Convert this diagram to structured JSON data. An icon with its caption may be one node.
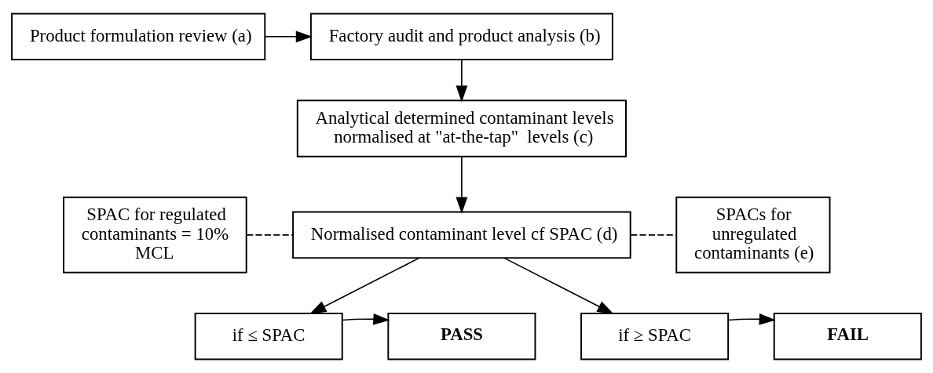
{
  "diagram": {
    "nodes": [
      {
        "text": [
          "Product formulation review (a)"
        ]
      },
      {
        "text": [
          "Factory audit and product analysis (b)"
        ]
      },
      {
        "text": [
          "Analytical determined contaminant levels normalised at \"at-the-tap\"  levels (c)"
        ]
      },
      {
        "text": [
          "SPAC for regulated contaminants = 10% MCL"
        ]
      },
      {
        "text": [
          "Normalised contaminant level cf SPAC (d)"
        ]
      },
      {
        "text": [
          "SPACs for unregulated contaminants (e)"
        ]
      },
      {
        "text": [
          "PASS"
        ]
      },
      {
        "text": [
          "if ≤ SPAC"
        ]
      },
      {
        "text": [
          "if ≥ SPAC"
        ]
      },
      {
        "text": [
          "FAIL"
        ]
      }
    ],
    "edges": [
      {
        "from": 0,
        "to": 1,
        "arrow": "to"
      },
      {
        "from": 1,
        "to": 2,
        "arrow": "to"
      },
      {
        "from": 2,
        "to": 4,
        "arrow": "to"
      },
      {
        "from": 3,
        "to": 4,
        "arrow": "none",
        "style": "dashed"
      },
      {
        "from": 4,
        "to": 5,
        "arrow": "none",
        "style": "dashed"
      },
      {
        "from": 4,
        "to": 7,
        "arrow": "to"
      },
      {
        "from": 4,
        "to": 8,
        "arrow": "to"
      },
      {
        "from": 7,
        "to": 6,
        "arrow": "to"
      },
      {
        "from": 8,
        "to": 9,
        "arrow": "to"
      }
    ]
  }
}
